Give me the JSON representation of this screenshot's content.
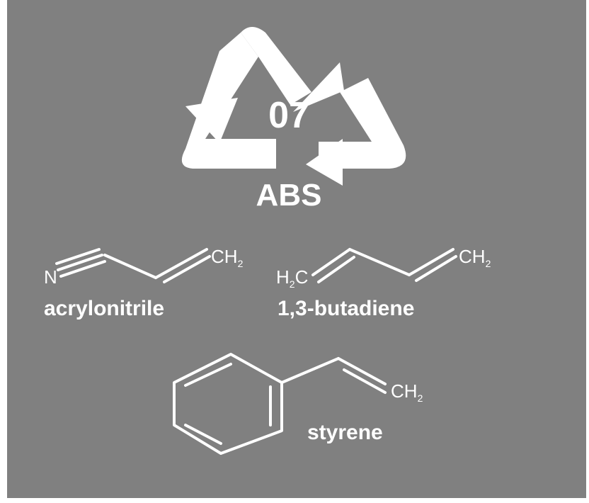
{
  "recycling_code": {
    "number": "07",
    "abbreviation": "ABS"
  },
  "molecules": {
    "acrylonitrile": {
      "name": "acrylonitrile",
      "n_atom": "N",
      "ch2_c": "CH",
      "ch2_sub": "2"
    },
    "butadiene": {
      "name": "1,3-butadiene",
      "h2c_h": "H",
      "h2c_sub": "2",
      "h2c_c": "C",
      "ch2_c": "CH",
      "ch2_sub": "2"
    },
    "styrene": {
      "name": "styrene",
      "ch2_c": "CH",
      "ch2_sub": "2"
    }
  },
  "colors": {
    "background": "#808080",
    "foreground": "#ffffff"
  }
}
